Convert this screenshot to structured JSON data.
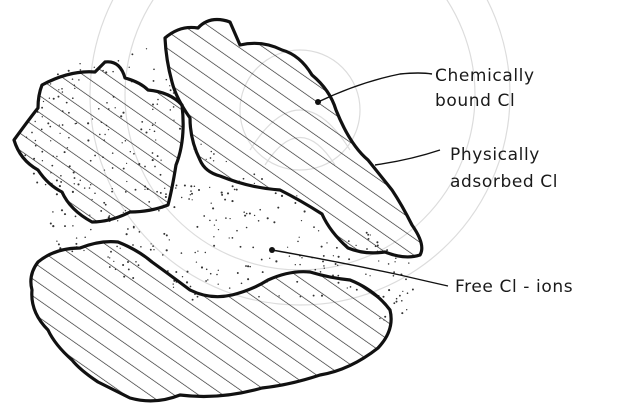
{
  "labels": {
    "chemically_line1": "Chemically",
    "chemically_line2": "bound Cl",
    "physically_line1": "Physically",
    "physically_line2": "adsorbed Cl",
    "free": "Free Cl - ions"
  },
  "colors": {
    "ink": "#111111",
    "watermark": "#d9d9d9"
  }
}
